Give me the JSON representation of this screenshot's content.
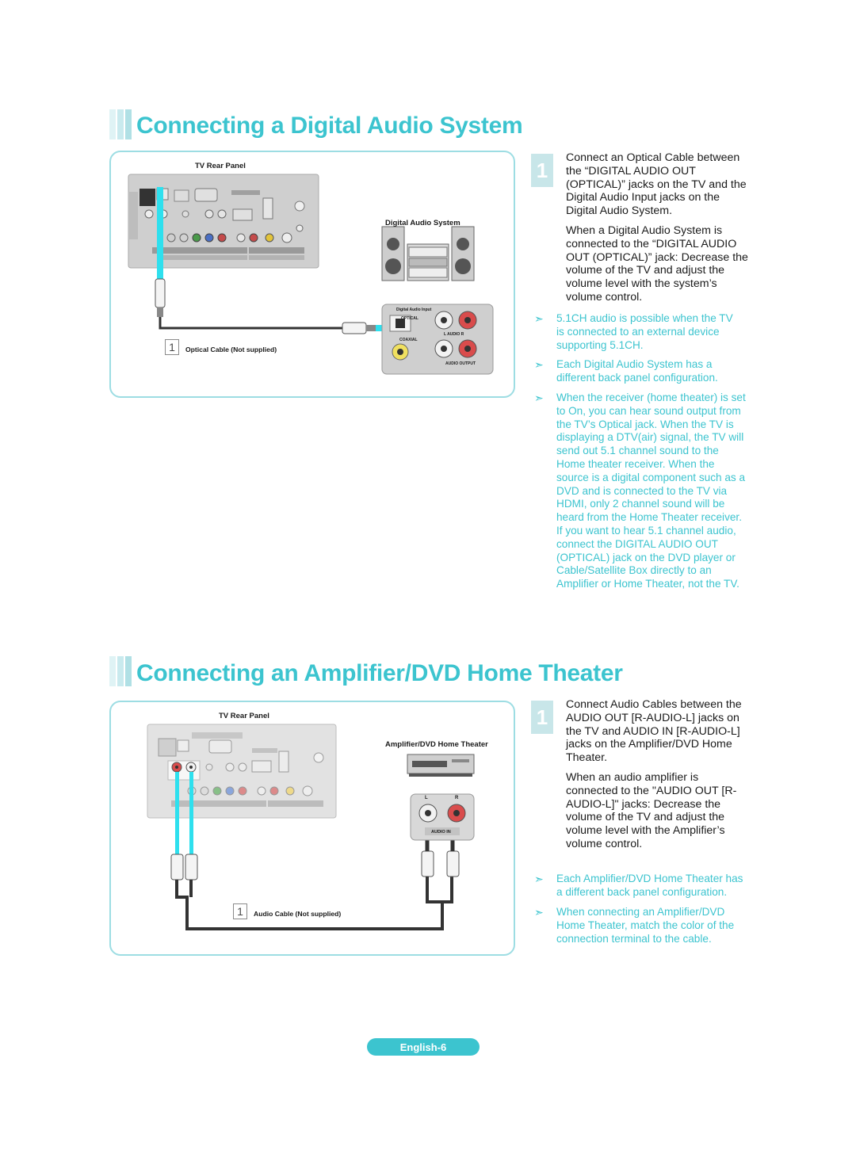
{
  "section1": {
    "title": "Connecting a Digital Audio System",
    "labels": {
      "tv_rear_panel": "TV Rear Panel",
      "device": "Digital Audio System",
      "cable_number": "1",
      "cable": "Optical Cable (Not supplied)",
      "device_panel_title": "Digital Audio Input",
      "optical": "OPTICAL",
      "coaxial": "COAXIAL",
      "l_audio_r": "L  AUDIO  R",
      "audio_output": "AUDIO OUTPUT"
    },
    "step": {
      "number": "1",
      "text": "Connect an Optical Cable between the “DIGITAL AUDIO OUT (OPTICAL)” jacks on the TV and the Digital Audio Input jacks on the Digital Audio System.",
      "text2": "When a Digital Audio System is connected to the “DIGITAL AUDIO OUT (OPTICAL)” jack: Decrease the volume of the TV and adjust the volume level with the system’s volume control."
    },
    "notes": [
      "5.1CH audio is possible when the TV is connected to an external device supporting 5.1CH.",
      "Each Digital Audio System has a different back panel configuration.",
      "When the receiver (home theater) is set to On, you can hear sound output from the TV’s Optical jack. When the TV is displaying a DTV(air) signal, the TV will send out 5.1 channel sound to the Home theater receiver. When the source is a digital component such as a DVD and is connected to the TV via HDMI, only 2 channel sound will be heard from the Home Theater receiver. If you want to hear 5.1 channel audio, connect the DIGITAL AUDIO OUT (OPTICAL) jack on the DVD player or Cable/Satellite Box directly to an Amplifier or Home Theater, not the TV."
    ]
  },
  "section2": {
    "title": "Connecting an Amplifier/DVD Home Theater",
    "labels": {
      "tv_rear_panel": "TV Rear Panel",
      "device": "Amplifier/DVD Home Theater",
      "cable_number": "1",
      "cable": "Audio Cable (Not supplied)",
      "l": "L",
      "r": "R",
      "audio_in": "AUDIO IN"
    },
    "step": {
      "number": "1",
      "text": "Connect Audio Cables between the AUDIO OUT [R-AUDIO-L] jacks on the TV and AUDIO IN [R-AUDIO-L] jacks on the Amplifier/DVD Home Theater.",
      "text2": "When an audio amplifier is connected to the \"AUDIO OUT [R-AUDIO-L]\" jacks: Decrease the volume of the TV and adjust the volume level with the Amplifier’s volume control."
    },
    "notes": [
      "Each Amplifier/DVD Home Theater has a different back panel configuration.",
      "When connecting an Amplifier/DVD Home Theater, match the color of the connection terminal to the cable."
    ]
  },
  "footer": {
    "page_label": "English-6"
  },
  "colors": {
    "accent": "#3cc4cf",
    "accent_light": "#c5e9ec",
    "panel_border": "#9ddde3",
    "cable_highlight": "#2ee0ee"
  },
  "icons": [
    "note-arrow-icon",
    "optical-port-icon",
    "rca-jack-icon",
    "speaker-icon"
  ]
}
